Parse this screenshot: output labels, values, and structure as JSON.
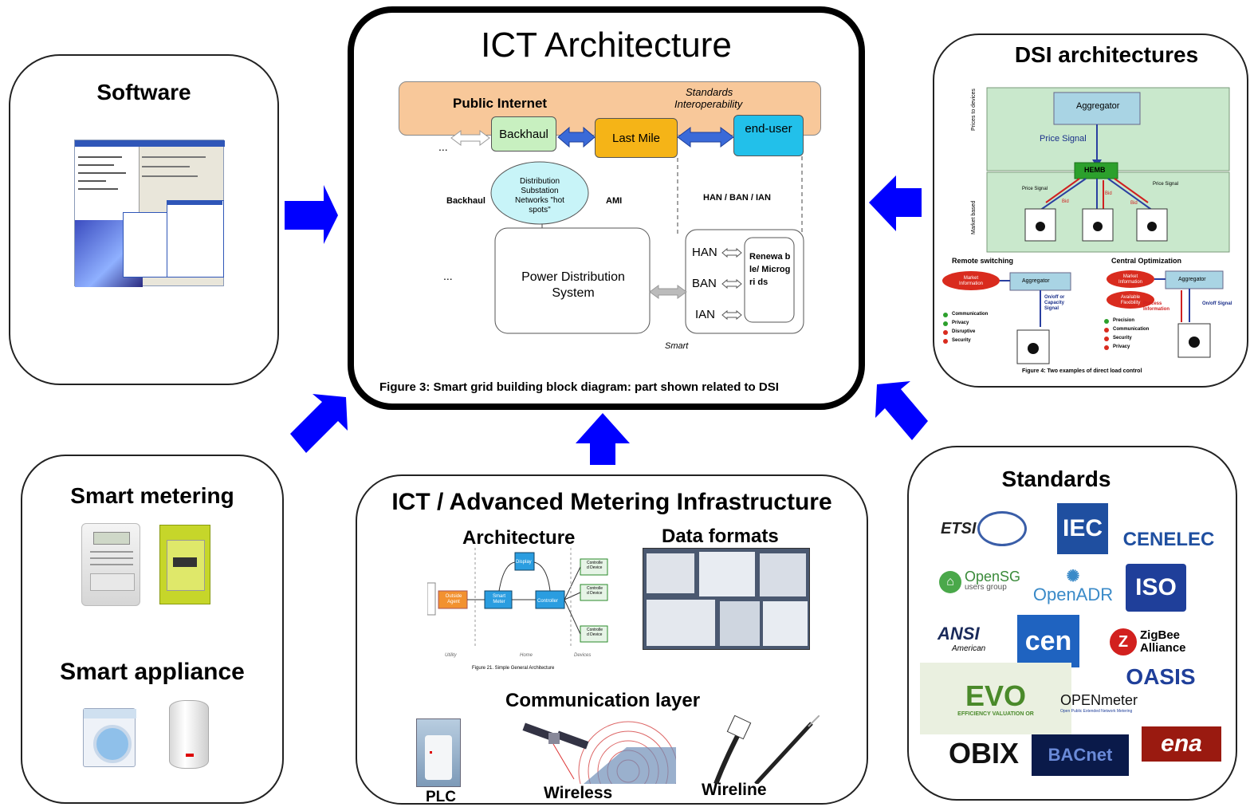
{
  "software": {
    "title": "Software"
  },
  "ict_architecture": {
    "title": "ICT Architecture",
    "public_internet": "Public Internet",
    "standards": "Standards",
    "interoperability": "Interoperability",
    "backhaul_box": "Backhaul",
    "last_mile_box": "Last Mile",
    "end_user_box": "end-user",
    "ellipsis_top": "...",
    "ellipsis_mid": "...",
    "distribution_ellipse": "Distribution Substation Networks \"hot spots\"",
    "backhaul_label": "Backhaul",
    "ami_label": "AMI",
    "han_ban_ian": "HAN / BAN / IAN",
    "power_distribution": "Power Distribution System",
    "han": "HAN",
    "ban": "BAN",
    "ian": "IAN",
    "renewable": "Renewa ble/ Microgri ds",
    "smart": "Smart",
    "caption": "Figure 3: Smart grid building block diagram: part shown related to DSI"
  },
  "dsi": {
    "title": "DSI architectures",
    "aggregator": "Aggregator",
    "price_signal": "Price Signal",
    "hemb": "HEMB",
    "prices_to_devices": "Prices to devices",
    "market_based": "Market based",
    "price_small": "Price Signal",
    "bid": "Bid",
    "remote_switching": "Remote switching",
    "central_optimization": "Central Optimization",
    "market_information": "Market Information",
    "agg_small": "Aggregator",
    "onoff_capacity": "On/off or Capacity Signal",
    "available_flexibility": "Available Flexibility",
    "process_information": "Process Information",
    "onoff_signal": "On/off Signal",
    "left_list": [
      "Communication",
      "Privacy",
      "Disruptive",
      "Security"
    ],
    "right_list": [
      "Precision",
      "Communication",
      "Security",
      "Privacy"
    ],
    "caption": "Figure 4: Two examples of direct load control"
  },
  "smart": {
    "metering": "Smart metering",
    "appliance": "Smart appliance"
  },
  "ami": {
    "title": "ICT / Advanced Metering Infrastructure",
    "architecture": "Architecture",
    "data_formats": "Data formats",
    "communication_layer": "Communication layer",
    "plc": "PLC",
    "wireless": "Wireless",
    "wireline": "Wireline",
    "arch_display": "Display",
    "arch_smart_meter": "Smart Meter",
    "arch_controller": "Controller",
    "arch_controlled_device": "Controlle d Device",
    "arch_outside": "Outside Agent",
    "arch_utility": "Utility",
    "arch_home": "Home",
    "arch_devices": "Devices",
    "arch_caption": "Figure 21. Simple General Architecture"
  },
  "standards": {
    "title": "Standards",
    "logos": [
      "ETSI",
      "IEC",
      "CENELEC",
      "OpenSG",
      "users group",
      "OpenADR",
      "ISO",
      "ANSI",
      "American",
      "cen",
      "ZigBee Alliance",
      "OASIS",
      "EVO",
      "EFFICIENCY VALUATION OR",
      "OPENmeter",
      "Open Public Extended Network Metering",
      "OBIX",
      "BACnet",
      "ena"
    ]
  },
  "colors": {
    "arrow": "#0000ff",
    "internet": "#f8c89a",
    "last_mile": "#f5b417",
    "end_user": "#22c0ea",
    "backhaul": "#c8f0c0",
    "ellipse": "#c8f4f8"
  }
}
